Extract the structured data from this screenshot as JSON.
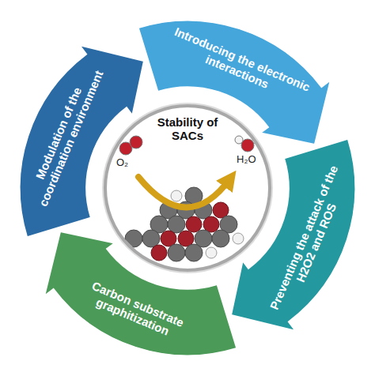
{
  "diagram": {
    "nodes": [
      {
        "text": [
          "Introducing the electronic interactions"
        ]
      },
      {
        "text": [
          "Preventing the attack of the H2O2 and ROS"
        ]
      },
      {
        "text": [
          "Carbon substrate graphitization"
        ]
      },
      {
        "text": [
          "Modulation of the coordination environment"
        ]
      },
      {
        "text": [
          "Stability of SACs"
        ]
      }
    ],
    "labels": [
      "O₂",
      "H₂O"
    ]
  }
}
